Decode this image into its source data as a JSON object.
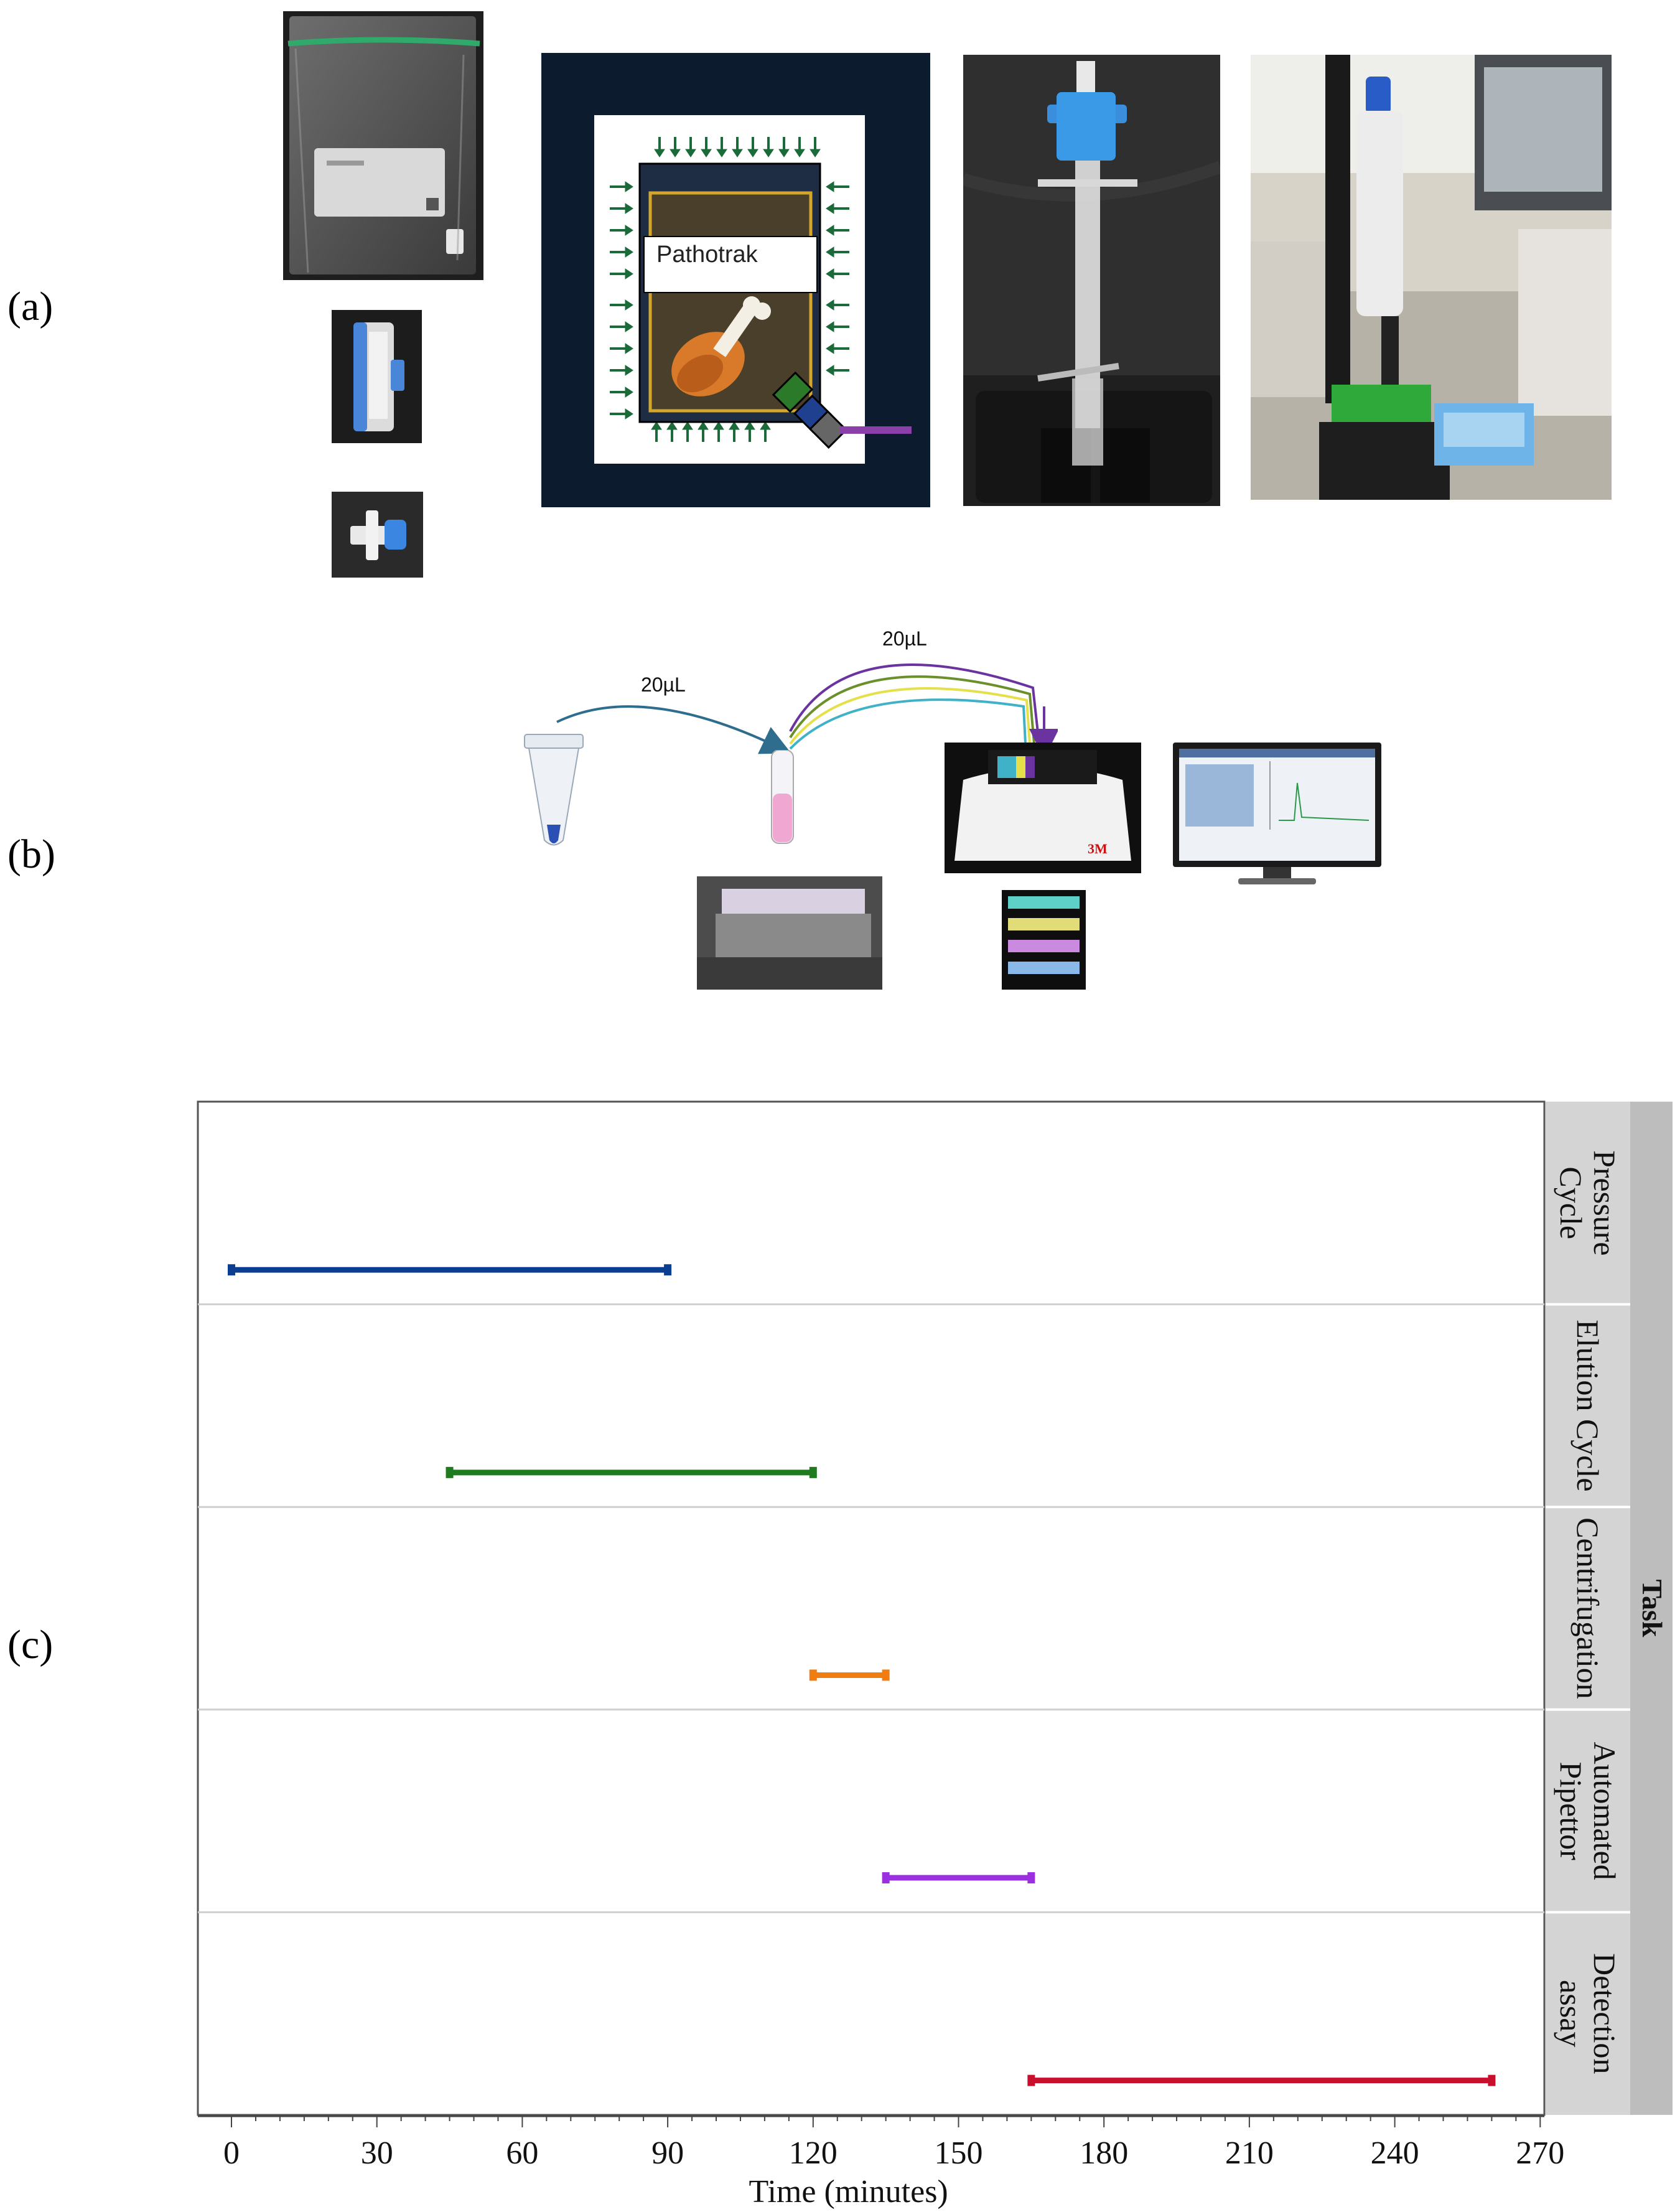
{
  "panels": {
    "a": "(a)",
    "b": "(b)",
    "c": "(c)"
  },
  "panel_a": {
    "diagram_label": "Pathotrak",
    "colors": {
      "frame": "#0d1b2e",
      "arrows": "#1b6b3a",
      "food_bg": "#4a3f2a",
      "border": "#d4a72c",
      "tube": "#8b3fa8"
    }
  },
  "panel_b": {
    "transfer1": "20µL",
    "transfer2": "20µL",
    "instrument_logo": "3M"
  },
  "chart_data": {
    "type": "gantt",
    "xlabel": "Time (minutes)",
    "facet_title": "Task",
    "xlim": [
      -7,
      270
    ],
    "xticks": [
      0,
      30,
      60,
      90,
      120,
      150,
      180,
      210,
      240,
      270
    ],
    "grid": false,
    "series": [
      {
        "name": "Pressure Cycle",
        "label_lines": [
          "Pressure",
          "Cycle"
        ],
        "start": 0,
        "end": 90,
        "color": "#0b3d91"
      },
      {
        "name": "Elution Cycle",
        "label_lines": [
          "Elution Cycle"
        ],
        "start": 45,
        "end": 120,
        "color": "#1e7b1e"
      },
      {
        "name": "Centrifugation",
        "label_lines": [
          "Centrifugation"
        ],
        "start": 120,
        "end": 135,
        "color": "#f07d10"
      },
      {
        "name": "Automated Pipettor",
        "label_lines": [
          "Automated",
          "Pipettor"
        ],
        "start": 135,
        "end": 165,
        "color": "#9b30e0"
      },
      {
        "name": "Detection assay",
        "label_lines": [
          "Detection",
          "assay"
        ],
        "start": 165,
        "end": 260,
        "color": "#c8102e"
      }
    ]
  }
}
